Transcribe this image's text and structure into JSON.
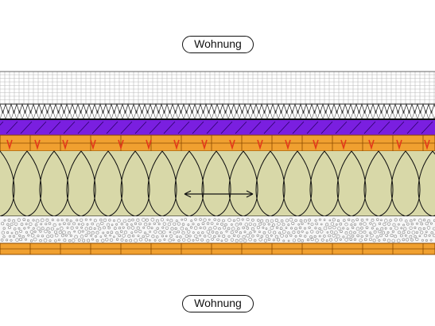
{
  "labels": {
    "room_top": "Wohnung",
    "room_bottom": "Wohnung"
  },
  "layers": [
    {
      "name": "screed-grid",
      "color": "#ffffff",
      "line": "#bbbbbb"
    },
    {
      "name": "impact-insulation",
      "color": "#ffffff",
      "line": "#333333"
    },
    {
      "name": "sealing-membrane",
      "color": "#7a1fe0",
      "line": "#2a0066"
    },
    {
      "name": "timber-board-top",
      "color": "#f0a030",
      "line": "#8b4a00"
    },
    {
      "name": "mineral-wool-insulation",
      "color": "#d8d8a8",
      "line": "#111111"
    },
    {
      "name": "gravel-fill",
      "color": "#f6f6f6",
      "line": "#888888"
    },
    {
      "name": "timber-board-bottom",
      "color": "#f0a030",
      "line": "#8b4a00"
    }
  ],
  "accent_nail_color": "#e23a1a"
}
